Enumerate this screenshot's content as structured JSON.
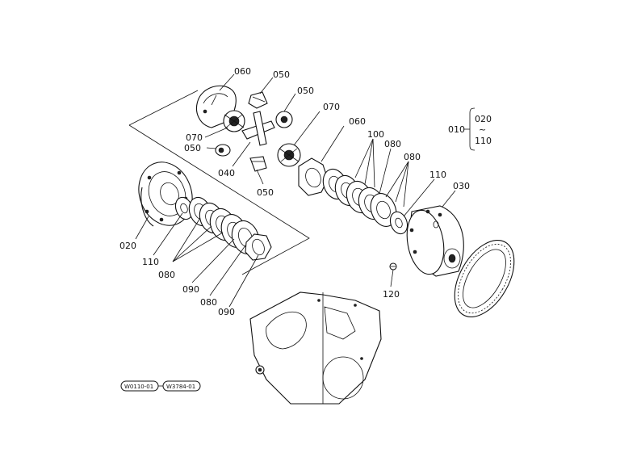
{
  "callouts": [
    {
      "id": "c060a",
      "text": "060"
    },
    {
      "id": "c050a",
      "text": "050"
    },
    {
      "id": "c050b",
      "text": "050"
    },
    {
      "id": "c070a",
      "text": "070"
    },
    {
      "id": "c050c",
      "text": "050"
    },
    {
      "id": "c040",
      "text": "040"
    },
    {
      "id": "c050d",
      "text": "050"
    },
    {
      "id": "c070b",
      "text": "070"
    },
    {
      "id": "c060b",
      "text": "060"
    },
    {
      "id": "c100",
      "text": "100"
    },
    {
      "id": "c080a",
      "text": "080"
    },
    {
      "id": "c080b",
      "text": "080"
    },
    {
      "id": "c110a",
      "text": "110"
    },
    {
      "id": "c030",
      "text": "030"
    },
    {
      "id": "c020",
      "text": "020"
    },
    {
      "id": "c110b",
      "text": "110"
    },
    {
      "id": "c080c",
      "text": "080"
    },
    {
      "id": "c090a",
      "text": "090"
    },
    {
      "id": "c080d",
      "text": "080"
    },
    {
      "id": "c090b",
      "text": "090"
    },
    {
      "id": "c120",
      "text": "120"
    }
  ],
  "group_bracket": {
    "main": "010",
    "sub_top": "020",
    "tilde": "~",
    "sub_bottom": "110"
  },
  "reference_codes": [
    "W0110-01",
    "W3784-01"
  ]
}
